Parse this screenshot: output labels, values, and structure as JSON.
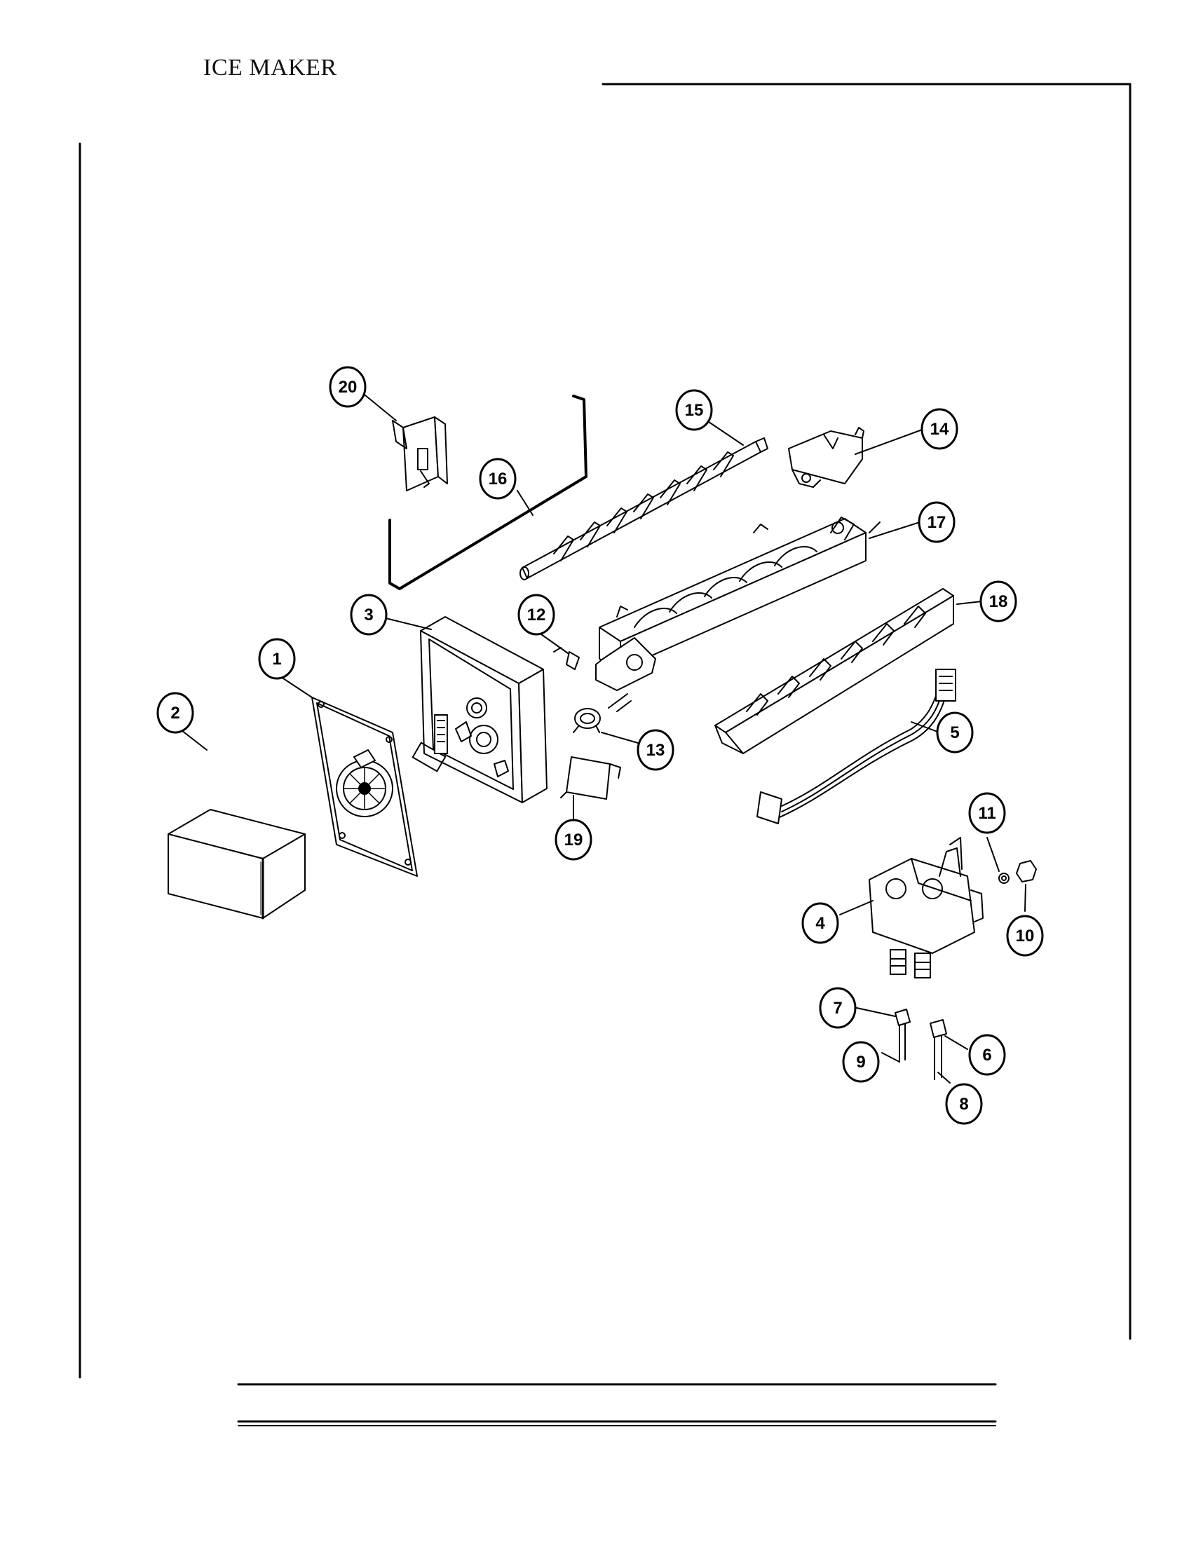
{
  "header": {
    "title": "ICE MAKER"
  },
  "callouts": [
    {
      "id": "1",
      "label": "1"
    },
    {
      "id": "2",
      "label": "2"
    },
    {
      "id": "3",
      "label": "3"
    },
    {
      "id": "4",
      "label": "4"
    },
    {
      "id": "5",
      "label": "5"
    },
    {
      "id": "6",
      "label": "6"
    },
    {
      "id": "7",
      "label": "7"
    },
    {
      "id": "8",
      "label": "8"
    },
    {
      "id": "9",
      "label": "9"
    },
    {
      "id": "10",
      "label": "10"
    },
    {
      "id": "11",
      "label": "11"
    },
    {
      "id": "12",
      "label": "12"
    },
    {
      "id": "13",
      "label": "13"
    },
    {
      "id": "14",
      "label": "14"
    },
    {
      "id": "15",
      "label": "15"
    },
    {
      "id": "16",
      "label": "16"
    },
    {
      "id": "17",
      "label": "17"
    },
    {
      "id": "18",
      "label": "18"
    },
    {
      "id": "19",
      "label": "19"
    },
    {
      "id": "20",
      "label": "20"
    }
  ]
}
